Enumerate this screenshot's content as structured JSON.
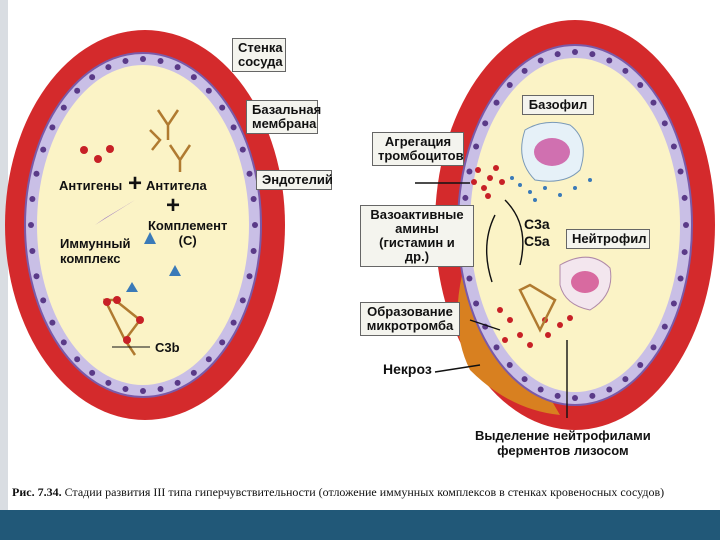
{
  "left_panel": {
    "callouts": {
      "vessel_wall": "Стенка\nсосуда",
      "basement_membrane": "Базальная\nмембрана",
      "endothelium": "Эндотелий"
    },
    "labels": {
      "antigens": "Антигены",
      "antibodies": "Антитела",
      "complement": "Комплемент\n(C)",
      "immune_complex": "Иммунный\nкомплекс",
      "c3b": "C3b"
    },
    "plus_sign": "+"
  },
  "right_panel": {
    "callouts": {
      "platelet_aggregation": "Агрегация\nтромбоцитов",
      "vasoactive_amines": "Вазоактивные\nамины\n(гистамин и др.)",
      "microthrombus": "Образование\nмикротромба",
      "basophil": "Базофил",
      "neutrophil": "Нейтрофил"
    },
    "labels": {
      "c3a_c5a": "C3a\nC5a",
      "necrosis": "Некроз",
      "enzyme_release": "Выделение нейтрофилами\nферментов лизосом"
    }
  },
  "caption": {
    "figure_number": "Рис. 7.34.",
    "text": "Стадии развития III типа гиперчувствительности (отложение иммунных комплексов в стенках кровеносных сосудов)"
  },
  "colors": {
    "vessel_wall": "#d42a2c",
    "lumen": "#fbf3c6",
    "endothelium": "#c9bfe6",
    "necrosis": "#d88020",
    "bottom_band": "#215878"
  }
}
